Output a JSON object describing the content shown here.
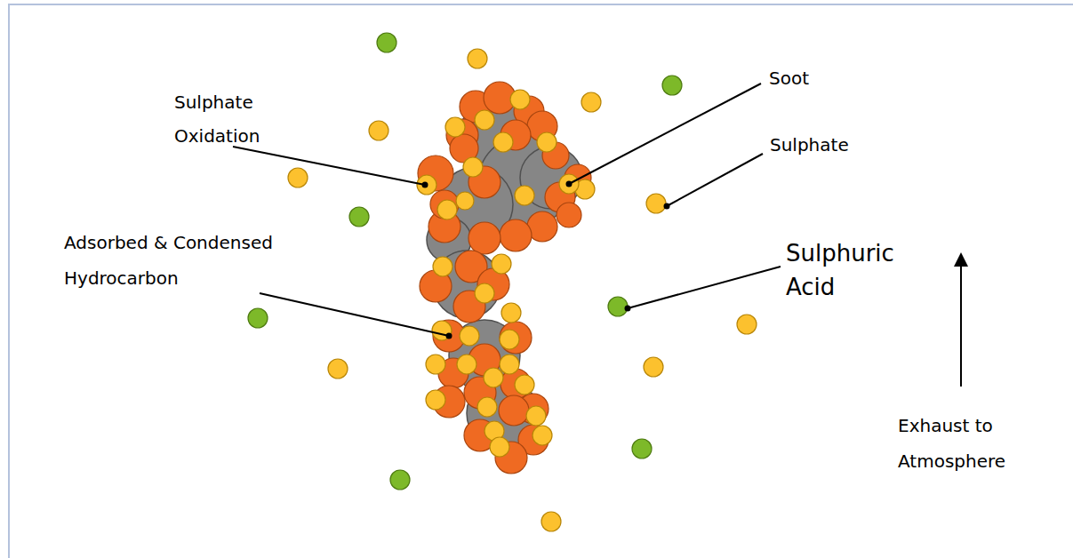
{
  "diagram": {
    "labels": [
      "Sulphate Oxidation",
      "Soot",
      "Sulphate",
      "Adsorbed & Condensed Hydrocarbon",
      "Sulphuric Acid",
      "Exhaust to Atmosphere"
    ]
  }
}
